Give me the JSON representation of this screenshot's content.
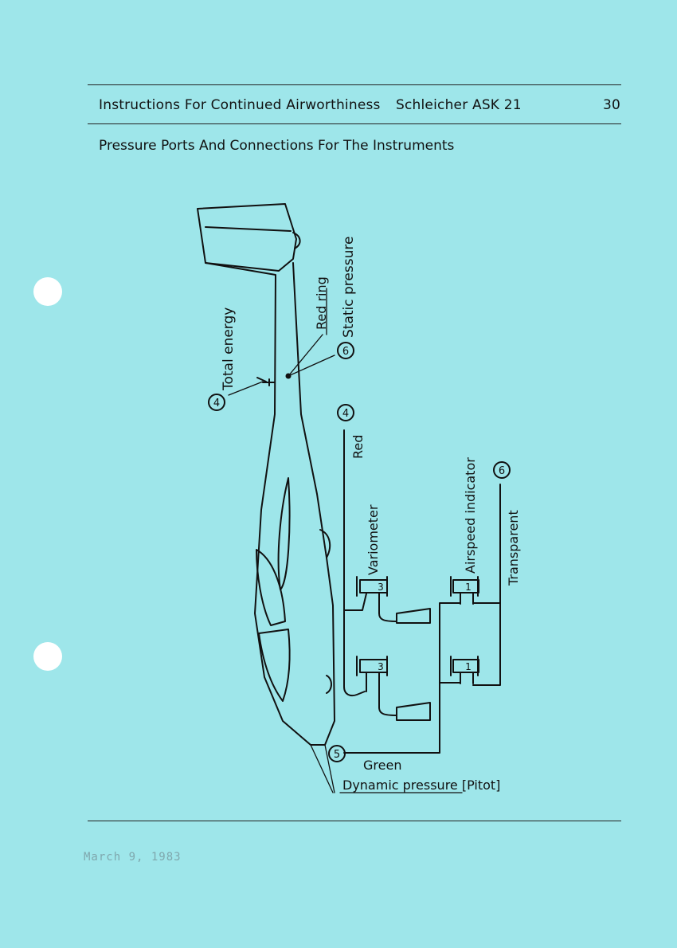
{
  "header": {
    "title": "Instructions For Continued Airworthiness",
    "model": "Schleicher ASK 21",
    "page_number": "30"
  },
  "section_title": "Pressure Ports And Connections For The Instruments",
  "diagram": {
    "labels": {
      "total_energy": "Total energy",
      "red_ring": "Red ring",
      "static_pressure": "Static pressure",
      "red": "Red",
      "variometer": "Variometer",
      "airspeed_indicator": "Airspeed indicator",
      "transparent": "Transparent",
      "green": "Green",
      "dynamic_pressure": "Dynamic pressure [Pitot]"
    },
    "port_numbers": {
      "total_energy": "4",
      "static_pressure": "6",
      "red_line": "4",
      "transparent_line": "6",
      "pitot": "5"
    },
    "instrument_numbers": {
      "variometer": "3",
      "airspeed_indicator": "1"
    }
  },
  "footer": {
    "date": "March 9, 1983"
  }
}
